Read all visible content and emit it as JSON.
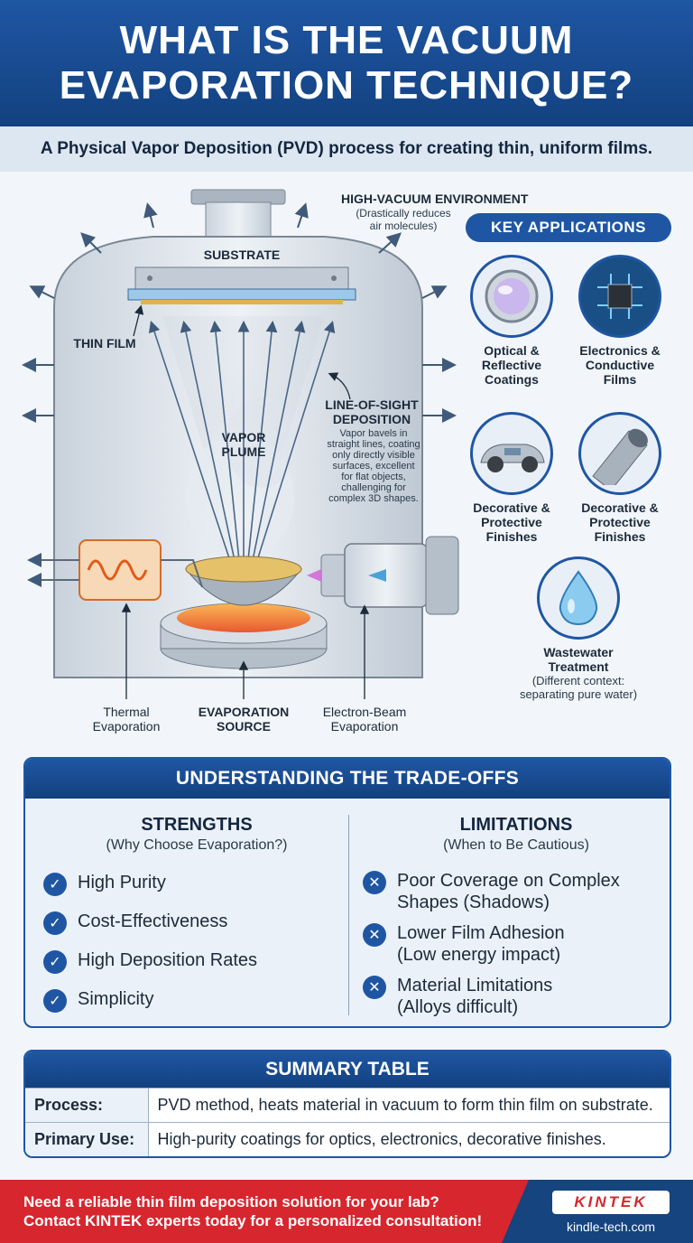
{
  "header": {
    "title_line1": "WHAT IS THE VACUUM",
    "title_line2": "EVAPORATION TECHNIQUE?",
    "subtitle": "A Physical Vapor Deposition (PVD) process for creating thin, uniform films."
  },
  "diagram": {
    "labels": {
      "vacuum_title": "HIGH-VACUUM ENVIRONMENT",
      "vacuum_note_1": "(Drastically reduces",
      "vacuum_note_2": "air molecules)",
      "substrate": "SUBSTRATE",
      "thin_film": "THIN FILM",
      "vapor_1": "VAPOR",
      "vapor_2": "PLUME",
      "los_1": "LINE-OF-SIGHT",
      "los_2": "DEPOSITION",
      "los_note_1": "Vapor bavels in",
      "los_note_2": "straight lines, coating",
      "los_note_3": "only directly visible",
      "los_note_4": "surfaces, excellent",
      "los_note_5": "for flat objects,",
      "los_note_6": "challenging for",
      "los_note_7": "complex 3D shapes.",
      "thermal_1": "Thermal",
      "thermal_2": "Evaporation",
      "source_1": "EVAPORATION",
      "source_2": "SOURCE",
      "ebeam_1": "Electron-Beam",
      "ebeam_2": "Evaporation"
    }
  },
  "key_applications": {
    "title": "KEY APPLICATIONS",
    "items": [
      {
        "l1": "Optical &",
        "l2": "Reflective",
        "l3": "Coatings",
        "icon": "lens-icon"
      },
      {
        "l1": "Electronics &",
        "l2": "Conductive",
        "l3": "Films",
        "icon": "chip-icon"
      },
      {
        "l1": "Decorative &",
        "l2": "Protective",
        "l3": "Finishes",
        "icon": "car-icon"
      },
      {
        "l1": "Decorative &",
        "l2": "Protective",
        "l3": "Finishes",
        "icon": "pipe-icon"
      },
      {
        "l1": "Wastewater",
        "l2": "Treatment",
        "n1": "(Different context:",
        "n2": "separating pure water)",
        "icon": "water-drop-icon"
      }
    ]
  },
  "tradeoffs": {
    "title": "UNDERSTANDING THE TRADE-OFFS",
    "strengths": {
      "title": "STRENGTHS",
      "subtitle": "(Why Choose Evaporation?)",
      "items": [
        "High Purity",
        "Cost-Effectiveness",
        "High Deposition Rates",
        "Simplicity"
      ]
    },
    "limitations": {
      "title": "LIMITATIONS",
      "subtitle": "(When to Be Cautious)",
      "items": [
        {
          "l1": "Poor Coverage on Complex",
          "l2": "Shapes (Shadows)"
        },
        {
          "l1": "Lower Film Adhesion",
          "l2": "(Low energy impact)"
        },
        {
          "l1": "Material Limitations",
          "l2": "(Alloys difficult)"
        }
      ]
    }
  },
  "summary": {
    "title": "SUMMARY TABLE",
    "rows": [
      {
        "key": "Process:",
        "value": "PVD method, heats material in vacuum to form thin film on substrate."
      },
      {
        "key": "Primary Use:",
        "value": "High-purity coatings for optics, electronics, decorative finishes."
      }
    ]
  },
  "footer": {
    "line1": "Need a reliable thin film deposition solution for your lab?",
    "line2": "Contact KINTEK experts today for a personalized consultation!",
    "brand": "KINTEK",
    "url": "kindle-tech.com"
  },
  "colors": {
    "primary": "#1f56a3",
    "accent_red": "#d7262e",
    "background": "#f2f6fa"
  }
}
